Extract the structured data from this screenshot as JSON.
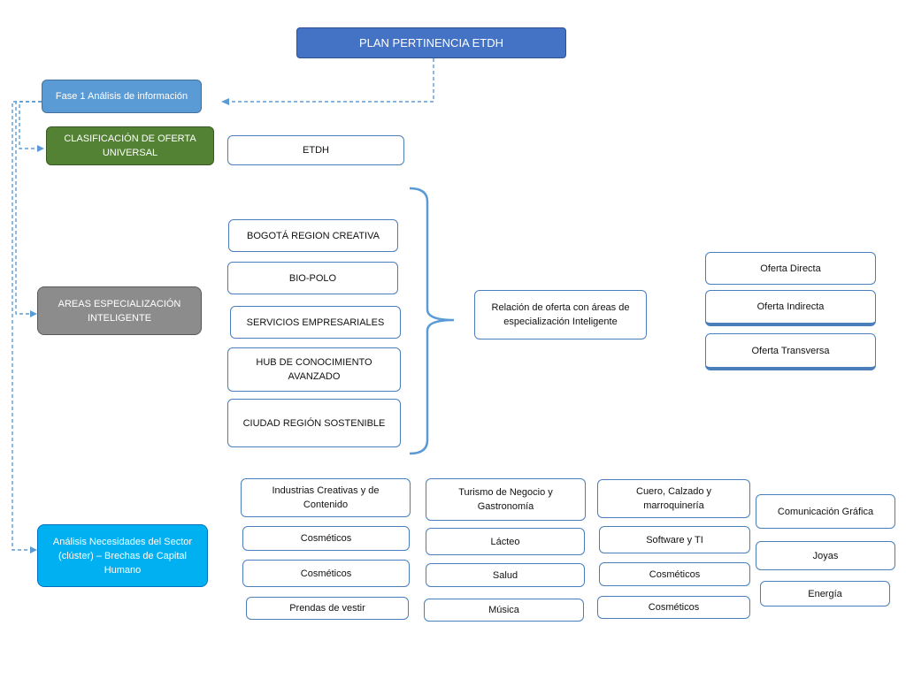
{
  "title": "PLAN PERTINENCIA ETDH",
  "fase1": "Fase 1 Análisis de información",
  "clasificacion": "CLASIFICACIÓN DE OFERTA UNIVERSAL",
  "etdh": "ETDH",
  "areas": "AREAS ESPECIALIZACIÓN INTELIGENTE",
  "areas_items": [
    "BOGOTÁ REGION CREATIVA",
    "BIO-POLO",
    "SERVICIOS EMPRESARIALES",
    "HUB DE CONOCIMIENTO AVANZADO",
    "CIUDAD REGIÓN SOSTENIBLE"
  ],
  "relacion": "Relación de oferta con áreas de especialización Inteligente",
  "ofertas": [
    "Oferta Directa",
    "Oferta Indirecta",
    "Oferta Transversa"
  ],
  "analisis": "Análisis Necesidades del Sector (clúster) – Brechas de Capital Humano",
  "columns": [
    [
      "Industrias Creativas y de Contenido",
      "Cosméticos",
      "Cosméticos",
      "Prendas de vestir"
    ],
    [
      "Turismo de Negocio y Gastronomía",
      "Lácteo",
      "Salud",
      "Música"
    ],
    [
      "Cuero, Calzado y marroquinería",
      "Software y TI",
      "Cosméticos",
      "Cosméticos"
    ],
    [
      "Comunicación Gráfica",
      "Joyas",
      "Energía"
    ]
  ],
  "colors": {
    "title": "#4472c4",
    "fase": "#5b9bd5",
    "clasificacion": "#548235",
    "areas": "#8c8c8c",
    "analisis": "#00b0f0",
    "connector": "#5b9bd5"
  }
}
